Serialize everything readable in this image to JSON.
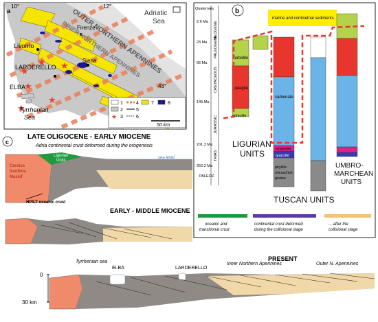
{
  "panel_a": {
    "label": "a",
    "coords": {
      "lon10": "10°",
      "lon12": "12°",
      "lat43": "43°"
    },
    "places": {
      "adriatic": "Adriatic",
      "sea": "Sea",
      "outer_apennines": "OUTER NORTHERN APENNINES",
      "inner_apennines": "INNER NORTHERN APENNINES",
      "firenze": "Firenze",
      "livorno": "Livorno",
      "siena": "Siena",
      "larderello": "LARDERELLO",
      "elba": "ELBA",
      "tyrrhenian": "Tyrrhenian",
      "tyrrhenian_sea": "Sea"
    },
    "legend": {
      "n1": "1",
      "n2": "2",
      "n3": "3",
      "n4": "4",
      "n5": "5",
      "n6": "6",
      "n7": "7",
      "n8": "8",
      "scale": "50 km"
    },
    "colors": {
      "land": "#c9c9c9",
      "outer": "#e0e0e0",
      "yellow": "#f5e500",
      "blue": "#1a1a8c",
      "red": "#e8604a",
      "salmon": "#f0a080",
      "sea": "#ffffff"
    }
  },
  "panel_b": {
    "label": "b",
    "scale": {
      "quaternary": "Quaternary",
      "t26": "2.6 Ma",
      "t23": "23 Ma",
      "t66": "66 Ma",
      "t145": "145 Ma",
      "t2013": "201.3 Ma",
      "t2522": "252.2 Ma",
      "neogene": "NEOGENE",
      "paleogene": "PALEOGENE",
      "cretaceous": "CRETACEOUS",
      "jurassic": "JURASSIC",
      "trias": "TRIAS",
      "paleoz": "PALEOZ."
    },
    "column_labels": {
      "marine": "marine and continetnal sediments",
      "turbidite": "turbidite",
      "pelagite": "pelagite",
      "ophiolite": "ophiolite",
      "carbonate": "carbonate",
      "evaporite": "evaporite",
      "quarzite": "quarzite",
      "phyllite": "phyllite",
      "micaschist": "micaschist",
      "gneiss": "gneiss"
    },
    "units": {
      "ligurian_1": "LIGURIAN",
      "ligurian_2": "UNITS",
      "tuscan": "TUSCAN UNITS",
      "umbro_1": "UMBRO-",
      "umbro_2": "MARCHEAN",
      "umbro_3": "UNITS"
    },
    "legend": {
      "green": "oceanic and transitional crust",
      "green_l1": "oceanic and",
      "green_l2": "transitional crust",
      "purple_l1": "continental crust deformed",
      "purple_l2": "during the collisional stage",
      "orange_l1": "... after the",
      "orange_l2": "collisional stage"
    },
    "colors": {
      "green": "#b5d34a",
      "red": "#e8362e",
      "blue": "#6ab4e8",
      "magenta": "#e0208a",
      "navy": "#3a3ab0",
      "grey": "#8a8a8a",
      "yellow": "#ffee00",
      "legend_green": "#1a9a3a",
      "legend_purple": "#5a3aa8",
      "legend_orange": "#f5c070"
    }
  },
  "panel_c": {
    "label": "c",
    "stage1_title": "LATE OLIGOCENE - EARLY MIOCENE",
    "stage1_sub": "Adria continental crust deformed during the orogenesis",
    "sea_level": "sea level",
    "corsica_1": "Corsica",
    "corsica_2": "Sardinia",
    "corsica_3": "Massif",
    "ligurian_1": "Ligurian",
    "ligurian_2": "Units",
    "hpt": "HP/LT oceanic crust",
    "stage2_title": "EARLY - MIDDLE MIOCENE",
    "stage3_title": "PRESENT",
    "tyrrhenian_sea": "Tyrrhenian sea",
    "elba": "ELBA",
    "larderello": "LARDERELLO",
    "inner_apennines": "Inner Northern Apennines",
    "outer_apennines": "Outer N. Apennines",
    "depth0": "0",
    "depth30": "30 km",
    "colors": {
      "grey": "#8f8a86",
      "tan": "#f0d8a8",
      "salmon": "#f08a6a",
      "green": "#1f9a3f",
      "dark": "#444"
    }
  }
}
